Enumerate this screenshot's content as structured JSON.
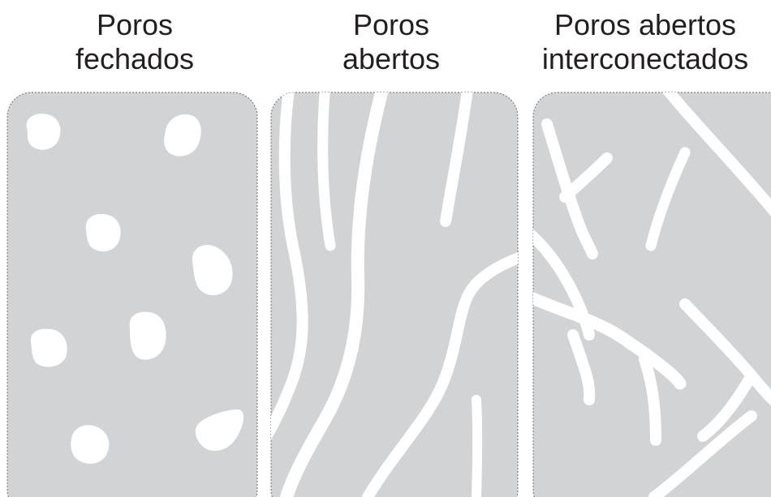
{
  "titles": {
    "closed": {
      "line1": "Poros",
      "line2": "fechados"
    },
    "open": {
      "line1": "Poros",
      "line2": "abertos"
    },
    "interconnected": {
      "line1": "Poros abertos",
      "line2": "interconectados"
    }
  },
  "colors": {
    "panel_fill": "#d1d3d4",
    "panel_border": "#6d6e71",
    "pore": "#ffffff",
    "text": "#231f20"
  }
}
